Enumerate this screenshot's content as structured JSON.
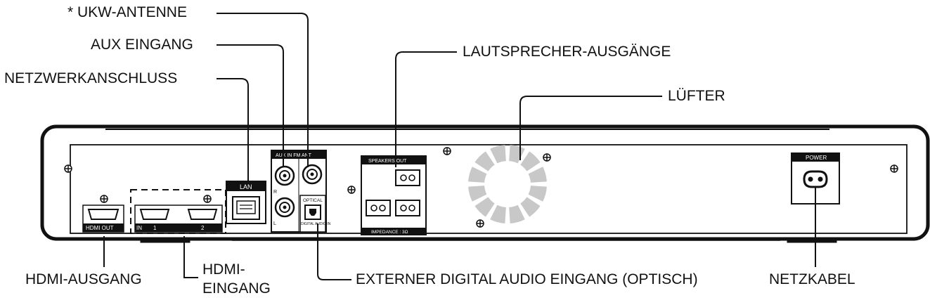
{
  "callouts": {
    "ukw_antenne": "* UKW-ANTENNE",
    "aux_eingang": "AUX EINGANG",
    "netzwerkanschluss": "NETZWERKANSCHLUSS",
    "lautsprecher_ausgaenge": "LAUTSPRECHER-AUSGÄNGE",
    "luefter": "LÜFTER",
    "hdmi_ausgang": "HDMI-AUSGANG",
    "hdmi_eingang_line1": "HDMI-",
    "hdmi_eingang_line2": "EINGANG",
    "externer_digital_audio_eingang": "EXTERNER DIGITAL AUDIO EINGANG (OPTISCH)",
    "netzkabel": "NETZKABEL"
  },
  "panel_labels": {
    "lan": "LAN",
    "aux_in_fm_ant": "AUX IN  FM ANT",
    "optical": "OPTICAL",
    "digital_audio_in": "DIGITAL AUDIO IN",
    "speakers_out": "SPEAKERS OUT",
    "impedance": "IMPEDANCE : 3Ω",
    "power": "POWER",
    "hdmi_out": "HDMI OUT",
    "hdmi_in": "IN",
    "hdmi_in_1": "1",
    "hdmi_in_2": "2",
    "aux_r": "R",
    "aux_l": "L"
  },
  "colors": {
    "line": "#111111",
    "panel": "#ffffff",
    "fan_blade": "#c8c8c8"
  }
}
